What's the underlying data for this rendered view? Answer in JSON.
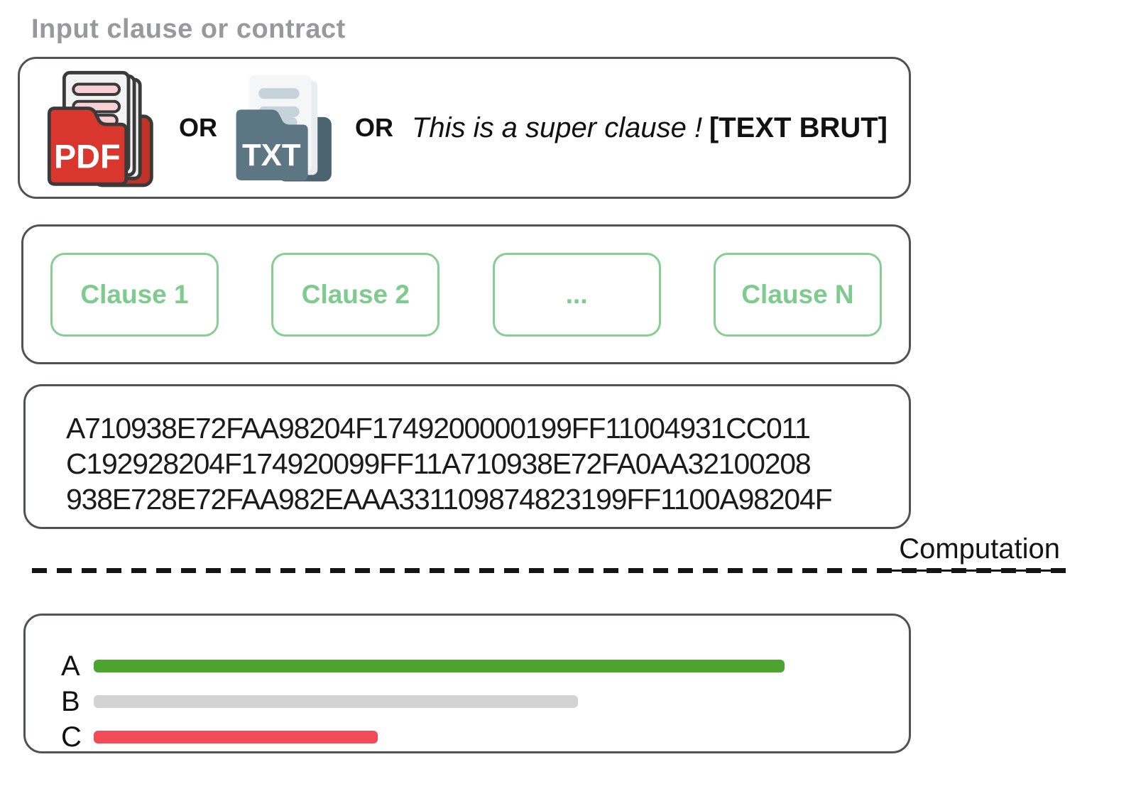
{
  "title": "Input clause or contract",
  "input_box": {
    "pdf_icon_label": "PDF",
    "txt_icon_label": "TXT",
    "or_1": "OR",
    "or_2": "OR",
    "free_text": "This is a super clause !",
    "raw_text_tag": "[TEXT BRUT]"
  },
  "clause_box": {
    "clauses": [
      {
        "label": "Clause 1"
      },
      {
        "label": "Clause 2"
      },
      {
        "label": "..."
      },
      {
        "label": "Clause N"
      }
    ]
  },
  "encoding_box": {
    "lines": [
      "A710938E72FAA98204F1749200000199FF11004931CC011",
      "C192928204F174920099FF11A710938E72FA0AA32100208",
      "938E728E72FAA982EAAA331109874823199FF1100A98204F"
    ]
  },
  "separator": {
    "label": "Computation"
  },
  "results_box": {
    "bars": [
      {
        "label": "A",
        "color": "#4ca42f",
        "length_pct": 87.5
      },
      {
        "label": "B",
        "color": "#d3d3d3",
        "length_pct": 61.3
      },
      {
        "label": "C",
        "color": "#f04b57",
        "length_pct": 36.0
      }
    ]
  },
  "chart_data": {
    "type": "bar",
    "orientation": "horizontal",
    "categories": [
      "A",
      "B",
      "C"
    ],
    "values": [
      87.5,
      61.3,
      36.0
    ],
    "colors": [
      "#4ca42f",
      "#d3d3d3",
      "#f04b57"
    ],
    "title": "",
    "xlabel": "",
    "ylabel": "",
    "legend": false
  },
  "colors": {
    "panel_border": "#515256",
    "clause_green": "#7ecb8e",
    "pdf_red": "#d9372e",
    "txt_slate": "#5d7683",
    "title_gray": "#97999b"
  }
}
